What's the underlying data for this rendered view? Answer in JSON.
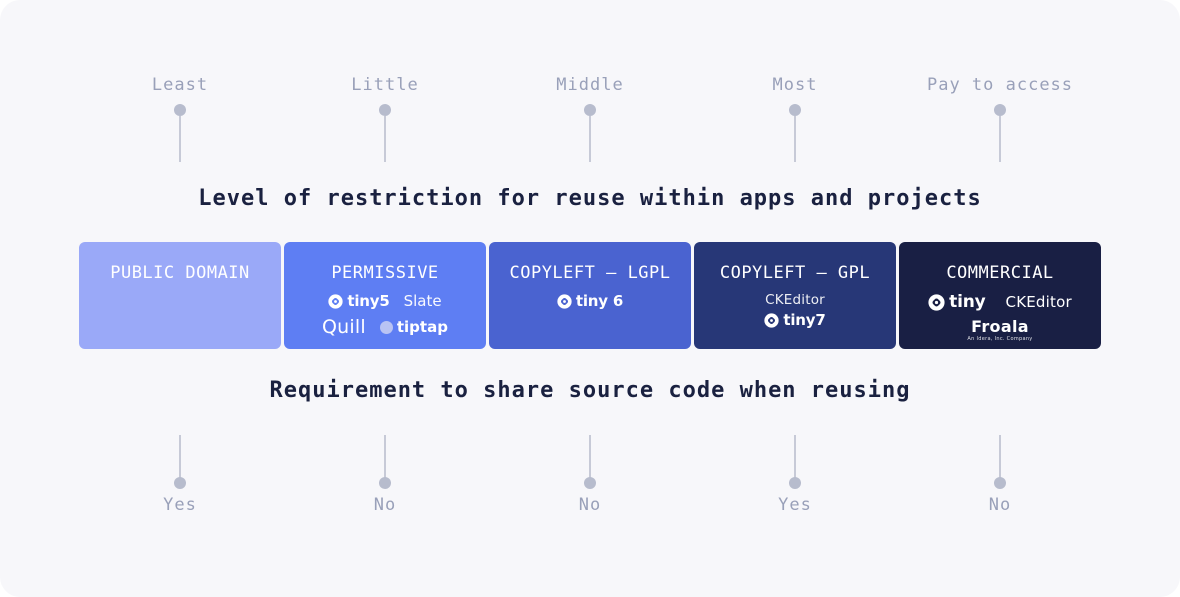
{
  "title": "Level of restriction for reuse within apps and projects",
  "subtitle": "Requirement to share source code when reusing",
  "colors": {
    "background": "#f7f7fa",
    "page": "#ffffff",
    "heading_text": "#1a2140",
    "muted_label_text": "#99a0b9",
    "pin_line": "#c7cad7",
    "pin_dot": "#b7bccd",
    "card_text": "#ffffff"
  },
  "cards": [
    {
      "title": "PUBLIC DOMAIN",
      "color": "#9aa9f8",
      "restriction_level": "Least",
      "share_source": "Yes",
      "logos": []
    },
    {
      "title": "PERMISSIVE",
      "color": "#5e7ef3",
      "restriction_level": "Little",
      "share_source": "No",
      "logos": [
        {
          "id": "tinymce5",
          "label": "tiny5"
        },
        {
          "id": "slate",
          "label": "Slate"
        },
        {
          "id": "quill",
          "label": "Quill"
        },
        {
          "id": "tiptap",
          "label": "tiptap"
        }
      ]
    },
    {
      "title": "COPYLEFT — LGPL",
      "color": "#4a63d0",
      "restriction_level": "Middle",
      "share_source": "No",
      "logos": [
        {
          "id": "tinymce6",
          "label": "tiny 6"
        }
      ]
    },
    {
      "title": "COPYLEFT — GPL",
      "color": "#273777",
      "restriction_level": "Most",
      "share_source": "Yes",
      "logos": [
        {
          "id": "ckeditor",
          "label": "CKEditor"
        },
        {
          "id": "tinymce7",
          "label": "tiny7"
        }
      ]
    },
    {
      "title": "COMMERCIAL",
      "color": "#191f44",
      "restriction_level": "Pay to access",
      "share_source": "No",
      "logos": [
        {
          "id": "tinymce",
          "label": "tiny"
        },
        {
          "id": "ckeditor",
          "label": "CKEditor"
        },
        {
          "id": "froala",
          "label": "Froala",
          "sublabel": "An Idera, Inc. Company"
        }
      ]
    }
  ]
}
